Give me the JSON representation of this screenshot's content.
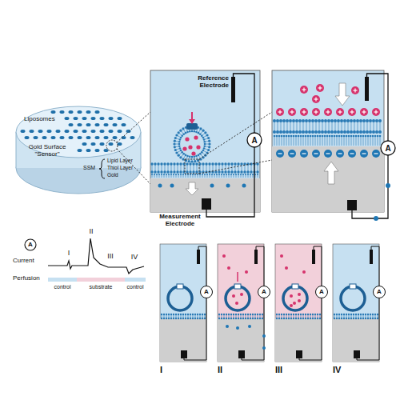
{
  "diagram": {
    "labels": [
      "Liposomes",
      "Gold Surface \"Sensor\"",
      "Reference Electrode",
      "A",
      "SSM",
      "Lipid Layer",
      "Thiol Layer",
      "Gold",
      "Measurement Electrode",
      "A",
      "A",
      "Current",
      "I",
      "II",
      "III",
      "IV",
      "Perfusion",
      "control",
      "substrate",
      "control",
      "A",
      "A",
      "A",
      "A",
      "I",
      "II",
      "III",
      "IV"
    ]
  }
}
